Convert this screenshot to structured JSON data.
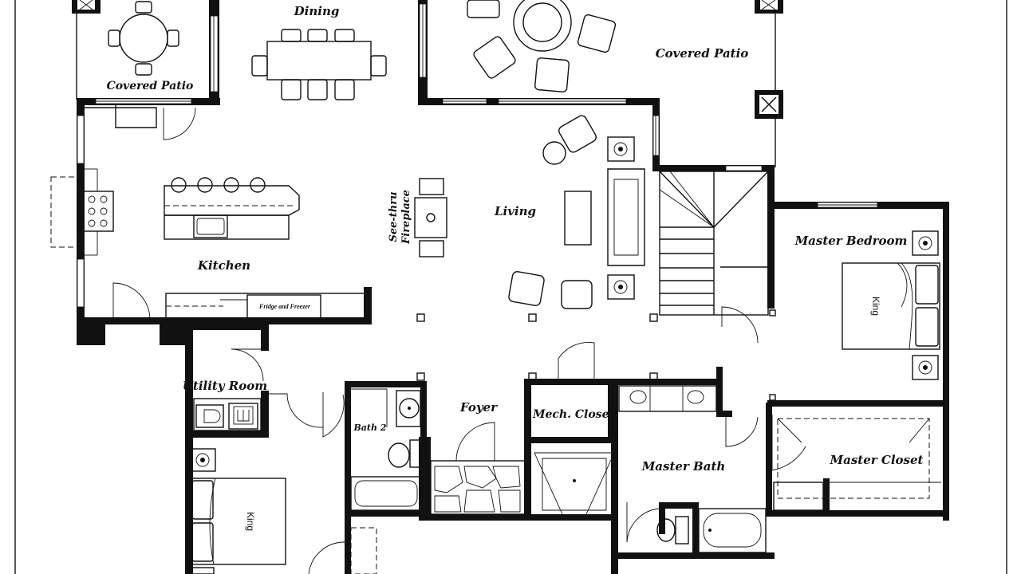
{
  "rooms": {
    "dining": "Dining",
    "covered_patio_left": "Covered Patio",
    "covered_patio_right": "Covered Patio",
    "kitchen": "Kitchen",
    "living": "Living",
    "fireplace_line1": "See-thru",
    "fireplace_line2": "Fireplace",
    "master_bedroom": "Master Bedroom",
    "utility_room": "Utility Room",
    "foyer": "Foyer",
    "mech_closet": "Mech. Closet",
    "bath2": "Bath 2",
    "master_bath": "Master Bath",
    "master_closet": "Master Closet"
  },
  "fixtures": {
    "fridge": "Fridge and Freezer",
    "master_bed": "King",
    "guest_bed": "King"
  },
  "colors": {
    "ink": "#111111",
    "paper": "#ffffff"
  }
}
